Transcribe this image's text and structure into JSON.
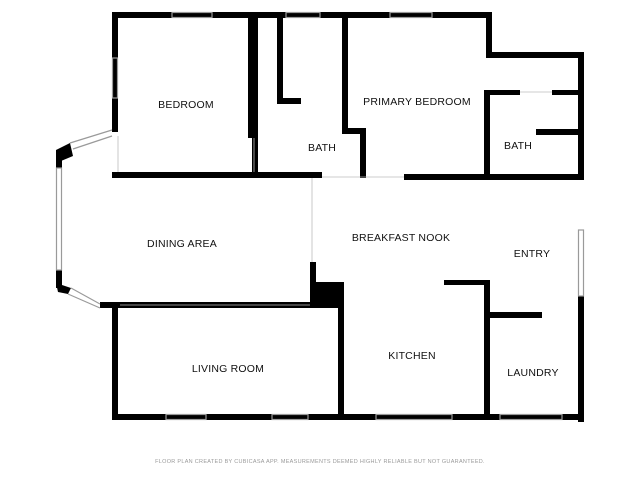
{
  "colors": {
    "wall": "#000000",
    "window": "#9a9a9a",
    "background": "#ffffff",
    "label": "#111111",
    "footer": "#9a9a9a"
  },
  "rooms": {
    "bedroom": "BEDROOM",
    "primary_bedroom": "PRIMARY BEDROOM",
    "bath_left": "BATH",
    "bath_right": "BATH",
    "dining_area": "DINING AREA",
    "breakfast_nook": "BREAKFAST NOOK",
    "entry": "ENTRY",
    "living_room": "LIVING ROOM",
    "kitchen": "KITCHEN",
    "laundry": "LAUNDRY"
  },
  "footer": {
    "disclaimer": "FLOOR PLAN CREATED BY CUBICASA APP. MEASUREMENTS DEEMED HIGHLY RELIABLE BUT NOT GUARANTEED."
  }
}
